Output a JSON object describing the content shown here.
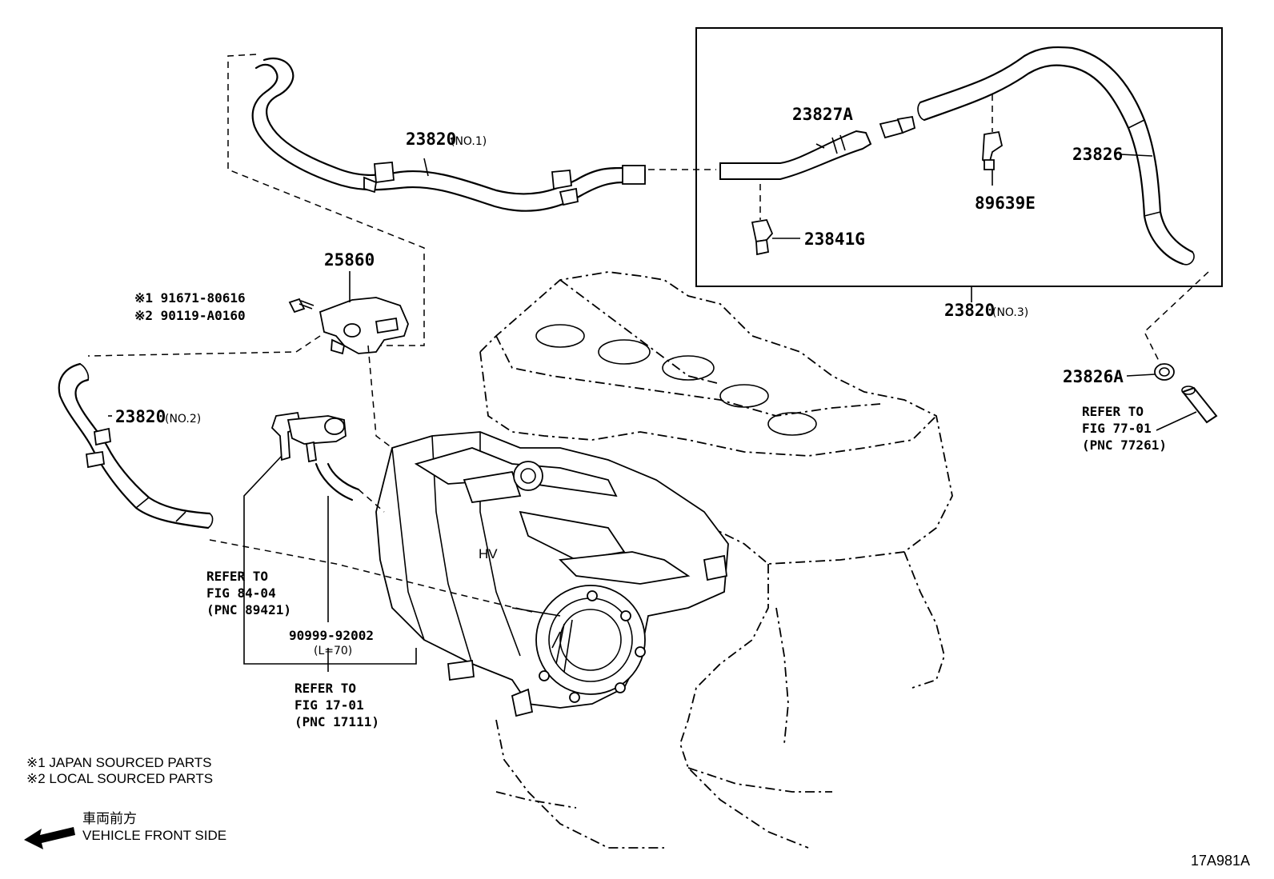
{
  "labels": {
    "hose_no1": "23820",
    "hose_no1_suffix": "(NO.1)",
    "hose_no2": "23820",
    "hose_no2_suffix": "(NO.2)",
    "hose_no3": "23820",
    "hose_no3_suffix": "(NO.3)",
    "hose_23827a": "23827A",
    "hose_23826": "23826",
    "clamp_23826a": "23826A",
    "clip_89639e": "89639E",
    "clip_23841g": "23841G",
    "valve_25860": "25860",
    "bolt_1": "※1 91671-80616",
    "bolt_2": "※2 90119-A0160",
    "plug_part": "90999-92002",
    "plug_length": "(L=70)"
  },
  "references": {
    "fig_84_04": {
      "line1": "REFER TO",
      "line2": "FIG 84-04",
      "line3": "(PNC 89421)"
    },
    "fig_17_01": {
      "line1": "REFER TO",
      "line2": "FIG 17-01",
      "line3": "(PNC 17111)"
    },
    "fig_77_01": {
      "line1": "REFER TO",
      "line2": "FIG 77-01",
      "line3": "(PNC 77261)"
    }
  },
  "legend": {
    "note1": "※1  JAPAN SOURCED PARTS",
    "note2": "※2  LOCAL SOURCED PARTS",
    "front_jp": "車両前方",
    "front_en": "VEHICLE FRONT SIDE"
  },
  "diagram_code": "17A981A"
}
